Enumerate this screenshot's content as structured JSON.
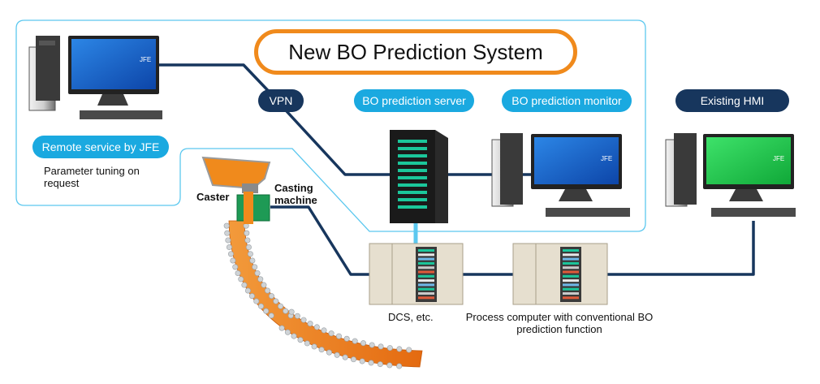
{
  "title": "New BO Prediction System",
  "labels": {
    "vpn": "VPN",
    "bo_server": "BO prediction server",
    "bo_monitor": "BO prediction monitor",
    "existing_hmi": "Existing HMI",
    "remote_service": "Remote service by JFE",
    "remote_note": "Parameter tuning on request",
    "caster": "Caster",
    "casting_machine": "Casting machine",
    "dcs": "DCS, etc.",
    "process_computer": "Process computer with conventional BO prediction function"
  },
  "screen_brand": "JFE",
  "colors": {
    "light_blue_frame": "#5cc8ef",
    "navy_line": "#17365d",
    "accent_blue": "#1aa9e0",
    "orange": "#f08a1c",
    "screen_blue": "#1e66c8",
    "screen_green": "#22c84a"
  }
}
